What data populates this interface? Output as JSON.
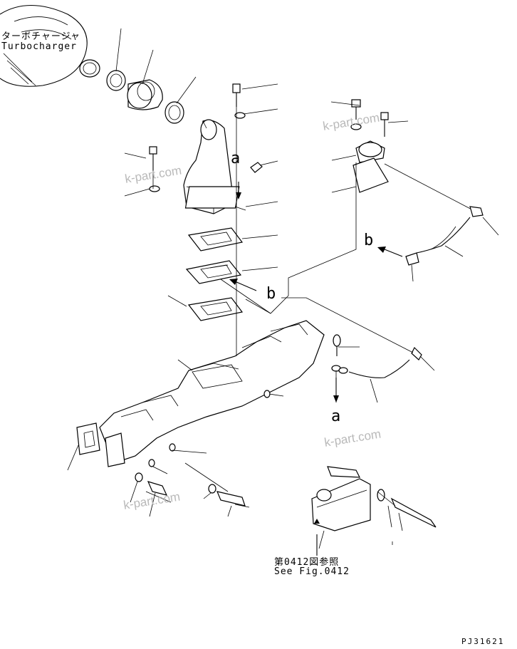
{
  "callouts": {
    "turbo_ja": "ターボチャージャ",
    "turbo_en": "Turbocharger",
    "ref_ja": "第0412図参照",
    "ref_en": "See Fig.0412"
  },
  "connectors": {
    "a_top": "a",
    "a_bottom": "a",
    "b_right": "b",
    "b_mid": "b"
  },
  "watermark": "k-part.com",
  "drawing_code": "PJ31621"
}
